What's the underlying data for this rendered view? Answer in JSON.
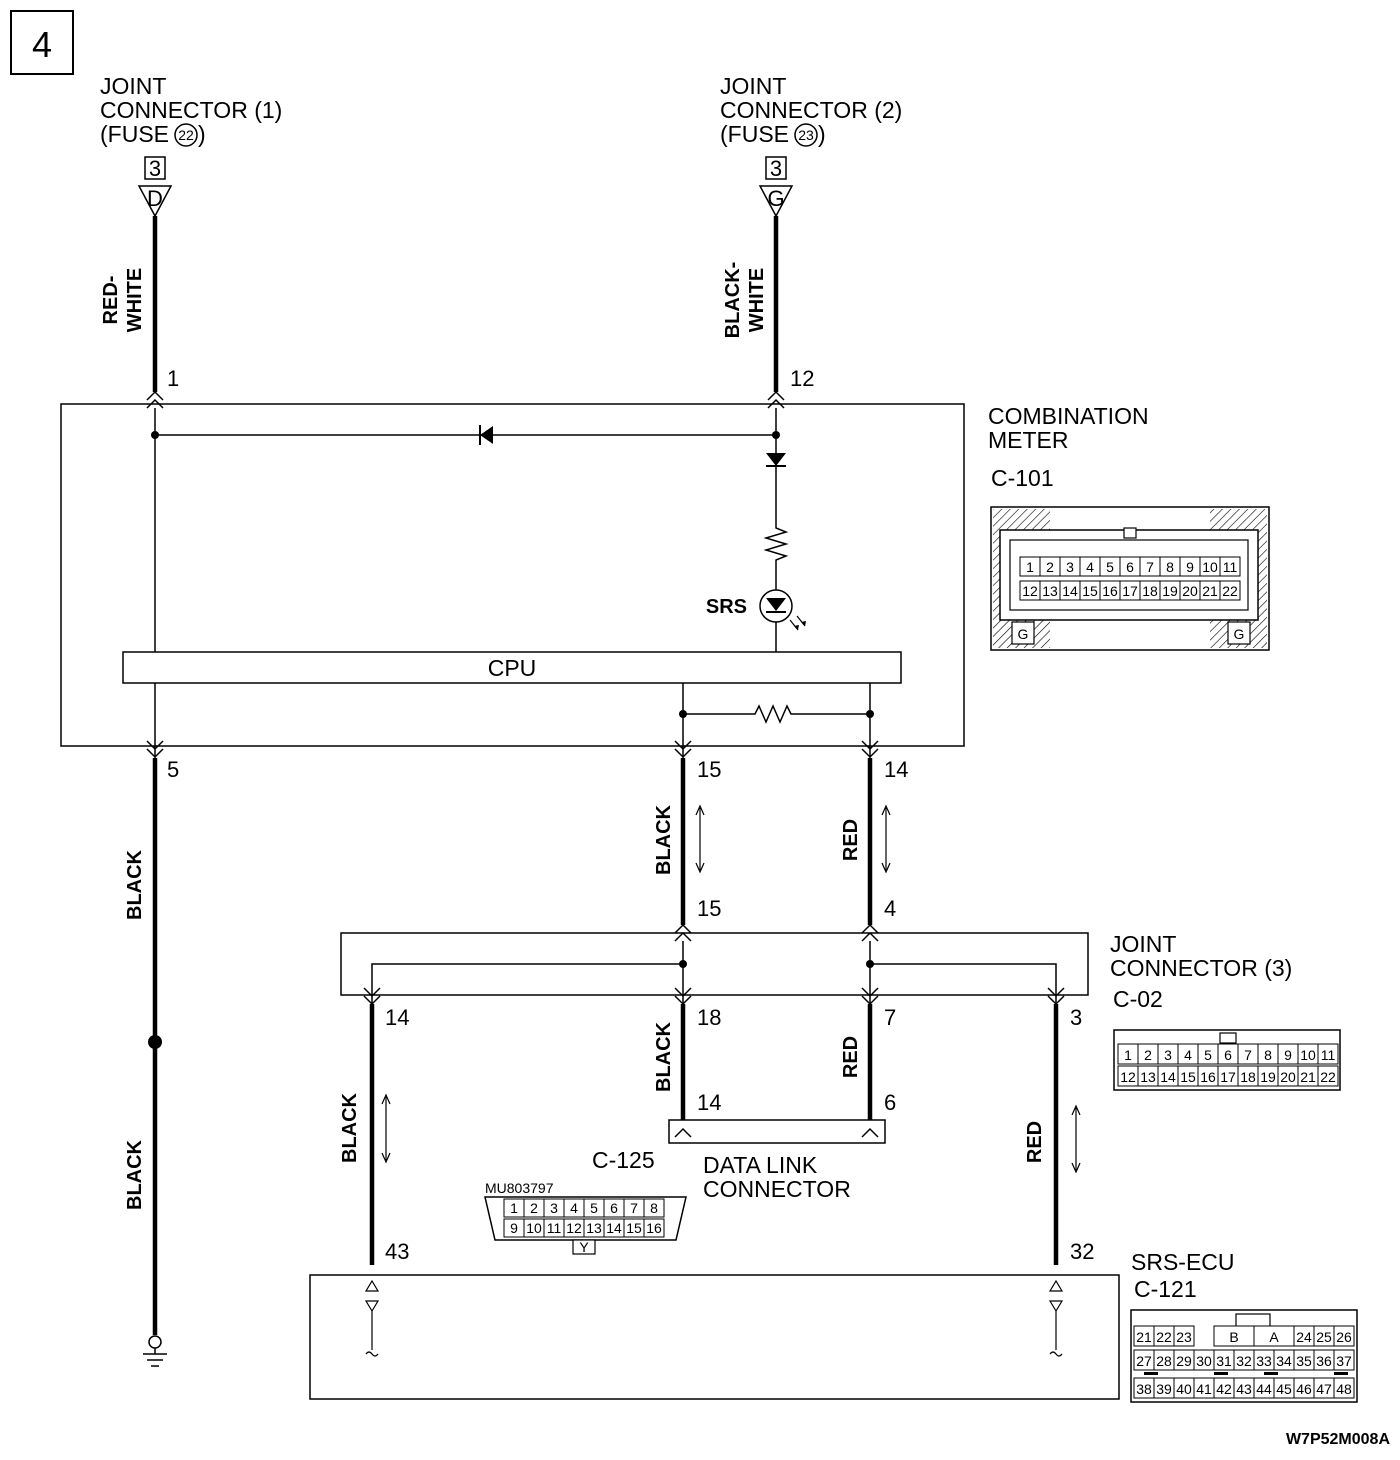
{
  "page_number": "4",
  "sources": {
    "jc1": {
      "line1": "JOINT",
      "line2": "CONNECTOR (1)",
      "line3": "(FUSE",
      "fuse_num": "22",
      "close": ")",
      "pin": "3",
      "letter": "D"
    },
    "jc2": {
      "line1": "JOINT",
      "line2": "CONNECTOR (2)",
      "line3": "(FUSE",
      "fuse_num": "23",
      "close": ")",
      "pin": "3",
      "letter": "G"
    }
  },
  "wires": {
    "red_white": "RED-\nWHITE",
    "black_white": "BLACK-\nWHITE",
    "black_ground_upper": "BLACK",
    "black_ground_lower": "BLACK",
    "black_meter_jc": "BLACK",
    "red_meter_jc": "RED",
    "black_jc_dlc": "BLACK",
    "red_jc_dlc": "RED",
    "black_jc_ecu": "BLACK",
    "red_jc_ecu": "RED"
  },
  "pins": {
    "meter_1": "1",
    "meter_12": "12",
    "meter_5": "5",
    "meter_15": "15",
    "meter_14": "14",
    "jc3_15": "15",
    "jc3_4": "4",
    "jc3_14": "14",
    "jc3_18": "18",
    "jc3_7": "7",
    "jc3_3": "3",
    "dlc_14": "14",
    "dlc_6": "6",
    "ecu_43": "43",
    "ecu_32": "32"
  },
  "combination_meter": {
    "name_line1": "COMBINATION",
    "name_line2": "METER",
    "connector_id": "C-101",
    "lamp_label": "SRS",
    "cpu_label": "CPU",
    "pinout_row1": [
      "1",
      "2",
      "3",
      "4",
      "5",
      "6",
      "7",
      "8",
      "9",
      "10",
      "11"
    ],
    "pinout_row2": [
      "12",
      "13",
      "14",
      "15",
      "16",
      "17",
      "18",
      "19",
      "20",
      "21",
      "22"
    ],
    "lock_letter": "G"
  },
  "joint_connector_3": {
    "name_line1": "JOINT",
    "name_line2": "CONNECTOR (3)",
    "connector_id": "C-02",
    "pinout_row1": [
      "1",
      "2",
      "3",
      "4",
      "5",
      "6",
      "7",
      "8",
      "9",
      "10",
      "11"
    ],
    "pinout_row2": [
      "12",
      "13",
      "14",
      "15",
      "16",
      "17",
      "18",
      "19",
      "20",
      "21",
      "22"
    ]
  },
  "data_link_connector": {
    "name_line1": "DATA LINK",
    "name_line2": "CONNECTOR",
    "connector_id": "C-125",
    "part_number": "MU803797",
    "pinout_row1": [
      "1",
      "2",
      "3",
      "4",
      "5",
      "6",
      "7",
      "8"
    ],
    "pinout_row2": [
      "9",
      "10",
      "11",
      "12",
      "13",
      "14",
      "15",
      "16"
    ],
    "color_mark": "Y"
  },
  "srs_ecu": {
    "name": "SRS-ECU",
    "connector_id": "C-121",
    "row1_left": [
      "21",
      "22",
      "23"
    ],
    "row1_mid": [
      "B",
      "A"
    ],
    "row1_right": [
      "24",
      "25",
      "26"
    ],
    "row2": [
      "27",
      "28",
      "29",
      "30",
      "31",
      "32",
      "33",
      "34",
      "35",
      "36",
      "37"
    ],
    "row3": [
      "38",
      "39",
      "40",
      "41",
      "42",
      "43",
      "44",
      "45",
      "46",
      "47",
      "48"
    ]
  },
  "drawing_code": "W7P52M008A"
}
